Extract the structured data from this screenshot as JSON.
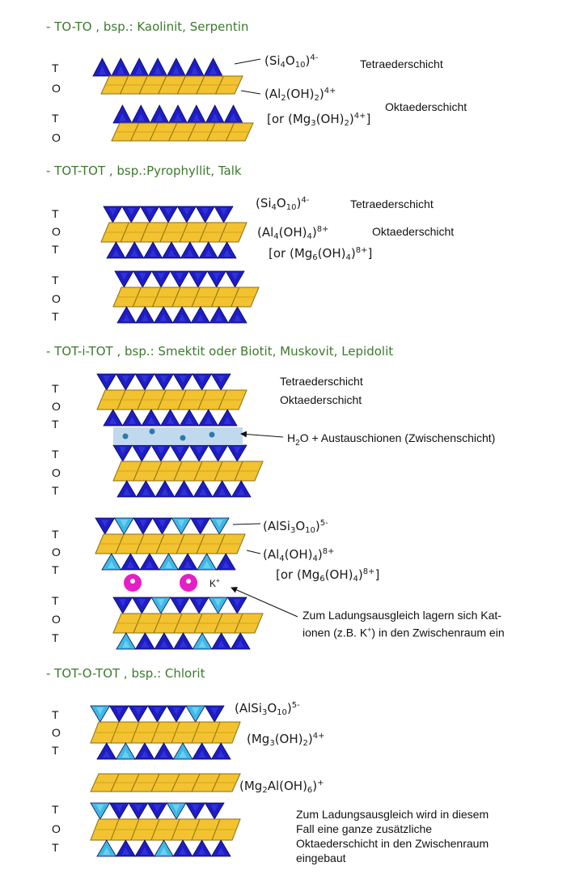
{
  "colors": {
    "tetra": "#1d1dc8",
    "tetra_light": "#3cb9e6",
    "octa": "#f2c230",
    "octa_dark": "#8a6e10",
    "interlayer": "#b6d2ea",
    "ion_dot": "#2a7aa8",
    "k_ion": "#e61ec8",
    "heading": "#3c7a2c"
  },
  "section1": {
    "heading": "- TO-TO , bsp.: Kaolinit, Serpentin",
    "letters": [
      "T",
      "O",
      "T",
      "O"
    ],
    "formula_tetra": "(Si4O10)4-",
    "formula_octa": "(Al2(OH)2)4+",
    "formula_or": "[or (Mg3(OH)2)4+]",
    "label_tetra": "Tetraederschicht",
    "label_octa": "Oktaederschicht"
  },
  "section2": {
    "heading": "- TOT-TOT , bsp.:Pyrophyllit, Talk",
    "letters": [
      "T",
      "O",
      "T",
      "T",
      "O",
      "T"
    ],
    "formula_tetra": "(Si4O10)4-",
    "formula_octa": "(Al4(OH)4)8+",
    "formula_or": "[or (Mg6(OH)4)8+]",
    "label_tetra": "Tetraederschicht",
    "label_octa": "Oktaederschicht"
  },
  "section3": {
    "heading": "- TOT-i-TOT , bsp.: Smektit oder Biotit, Muskovit, Lepidolit",
    "letters_a": [
      "T",
      "O",
      "T",
      "T",
      "O",
      "T"
    ],
    "label_tetra": "Tetraederschicht",
    "label_octa": "Oktaederschicht",
    "label_interlayer": "H2O + Austauschionen (Zwischenschicht)",
    "letters_b": [
      "T",
      "O",
      "T",
      "T",
      "O",
      "T"
    ],
    "formula_tetra": "(AlSi3O10)5-",
    "formula_octa": "(Al4(OH)4)8+",
    "formula_or": "[or (Mg6(OH)4)8+]",
    "k_label": "K+",
    "note": "Zum Ladungsausgleich lagern sich Kationen (z.B. K+) in den Zwischenraum ein",
    "note_line1": "Zum Ladungsausgleich lagern sich Kat-",
    "note_line2": "ionen (z.B. K+) in den Zwischenraum ein"
  },
  "section4": {
    "heading": "- TOT-O-TOT , bsp.: Chlorit",
    "letters": [
      "T",
      "O",
      "T",
      "T",
      "O",
      "T"
    ],
    "formula_tetra": "(AlSi3O10)5-",
    "formula_octa": "(Mg3(OH)2)4+",
    "formula_brucite": "(Mg2Al(OH)6)+",
    "note_line1": "Zum Ladungsausgleich wird in diesem",
    "note_line2": "Fall eine ganze zusätzliche",
    "note_line3": "Oktaederschicht in den Zwischenraum",
    "note_line4": "eingebaut"
  }
}
